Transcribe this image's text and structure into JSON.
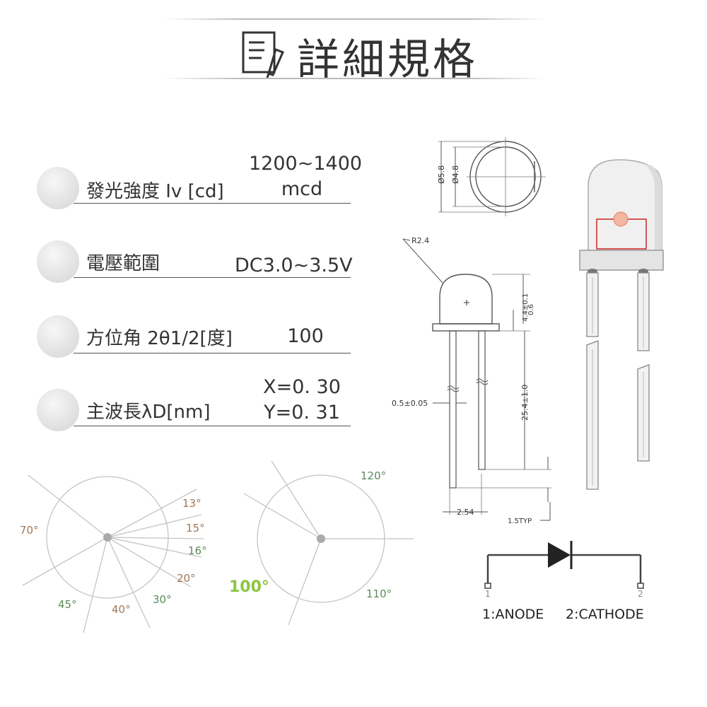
{
  "title": "詳細規格",
  "specs": [
    {
      "label": "發光強度 Iv [cd]",
      "value_line1": "1200~1400",
      "value_line2": "mcd"
    },
    {
      "label": "電壓範圍",
      "value_line1": "DC3.0~3.5V",
      "value_line2": ""
    },
    {
      "label": "方位角 2θ1/2[度]",
      "value_line1": "100",
      "value_line2": ""
    },
    {
      "label": "主波長λD[nm]",
      "value_line1": "X=0. 30",
      "value_line2": "Y=0. 31"
    }
  ],
  "angle_chart_left": {
    "labels": [
      "13°",
      "15°",
      "16°",
      "20°",
      "30°",
      "40°",
      "45°",
      "70°"
    ]
  },
  "angle_chart_right": {
    "labels": [
      "120°",
      "110°"
    ],
    "highlight": "100°",
    "highlight_color": "#8dc63f"
  },
  "dimensions": {
    "dia_outer": "Ø5.8",
    "dia_inner": "Ø4.8",
    "radius": "R2.4",
    "height_dome": "4.4±0.1",
    "flange": "0.6",
    "lead_length": "25.4±1.0",
    "lead_width": "0.5±0.05",
    "pitch": "2.54",
    "standoff": "1.5TYP"
  },
  "pins": {
    "anode": "1:ANODE",
    "cathode": "2:CATHODE",
    "pin1_num": "1",
    "pin2_num": "2"
  },
  "colors": {
    "label_brown": "#a0785a",
    "label_green": "#5a8a5a",
    "highlight_green": "#8dc63f",
    "led_red": "#cc2222"
  }
}
